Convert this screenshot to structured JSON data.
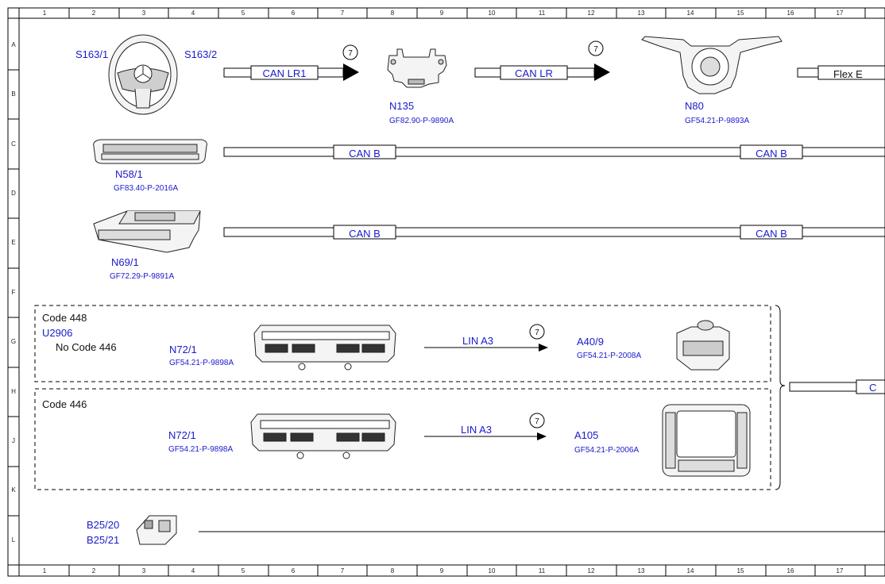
{
  "ruler": {
    "columns": [
      "1",
      "2",
      "3",
      "4",
      "5",
      "6",
      "7",
      "8",
      "9",
      "10",
      "11",
      "12",
      "13",
      "14",
      "15",
      "16",
      "17"
    ],
    "rows": [
      "A",
      "B",
      "C",
      "D",
      "E",
      "F",
      "G",
      "H",
      "J",
      "K",
      "L"
    ]
  },
  "components": {
    "steering_left": "S163/1",
    "steering_right": "S163/2",
    "n135": {
      "id": "N135",
      "ref": "GF82.90-P-9890A"
    },
    "n80": {
      "id": "N80",
      "ref": "GF54.21-P-9893A"
    },
    "n58": {
      "id": "N58/1",
      "ref": "GF83.40-P-2016A"
    },
    "n69": {
      "id": "N69/1",
      "ref": "GF72.29-P-9891A"
    },
    "n72_upper": {
      "id": "N72/1",
      "ref": "GF54.21-P-9898A"
    },
    "a40": {
      "id": "A40/9",
      "ref": "GF54.21-P-2008A"
    },
    "n72_lower": {
      "id": "N72/1",
      "ref": "GF54.21-P-9898A"
    },
    "a105": {
      "id": "A105",
      "ref": "GF54.21-P-2006A"
    },
    "b25_a": "B25/20",
    "b25_b": "B25/21"
  },
  "buses": {
    "can_lr1": "CAN LR1",
    "can_lr": "CAN LR",
    "flex": "Flex E",
    "can_b_1a": "CAN B",
    "can_b_1b": "CAN B",
    "can_b_2a": "CAN B",
    "can_b_2b": "CAN B",
    "lin_upper": "LIN A3",
    "lin_lower": "LIN A3",
    "right_edge": "C"
  },
  "markers": {
    "m1": "7",
    "m2": "7",
    "m3": "7",
    "m4": "7"
  },
  "codes": {
    "code448": "Code 448",
    "u2906": "U2906",
    "no446": "No Code 446",
    "code446": "Code 446"
  }
}
